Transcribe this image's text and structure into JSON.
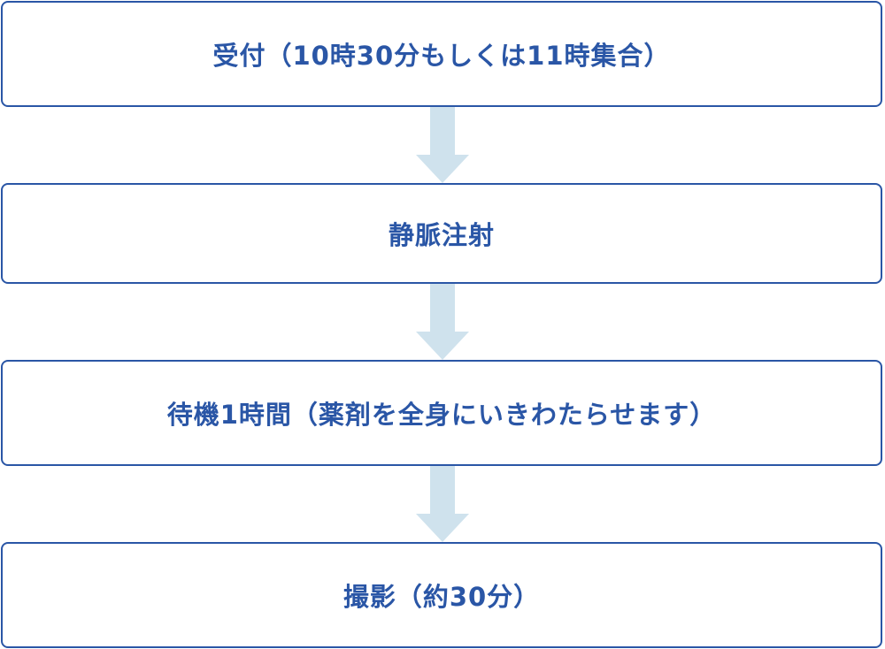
{
  "flow": {
    "steps": [
      {
        "label": "受付（10時30分もしくは11時集合）"
      },
      {
        "label": "静脈注射"
      },
      {
        "label": "待機1時間（薬剤を全身にいきわたらせます）"
      },
      {
        "label": "撮影（約30分）"
      }
    ]
  },
  "colors": {
    "border": "#2a56a6",
    "text": "#2a56a6",
    "arrow": "#cfe2ed",
    "background": "#ffffff"
  }
}
